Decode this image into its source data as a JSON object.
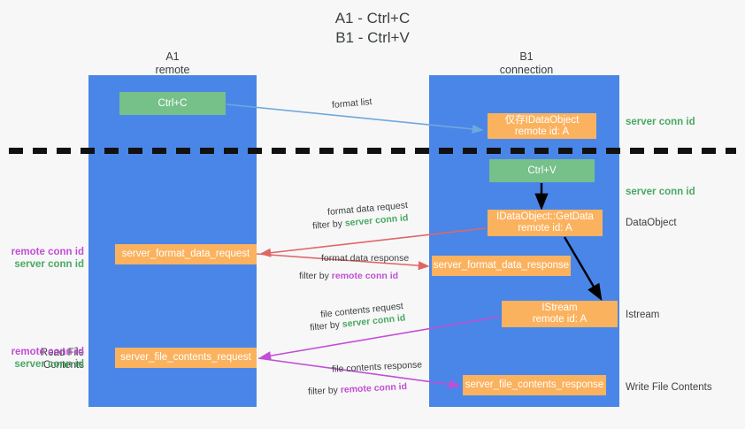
{
  "title": {
    "line1": "A1 - Ctrl+C",
    "line2": "B1 - Ctrl+V"
  },
  "lanes": [
    {
      "id": "a1",
      "name": "A1",
      "role": "remote",
      "color": "#4a86e8"
    },
    {
      "id": "b1",
      "name": "B1",
      "role": "connection",
      "color": "#4a86e8"
    }
  ],
  "colors": {
    "lane": "#4a86e8",
    "green_box": "#76c08a",
    "orange_box": "#fbb25f",
    "server_conn_id": "#4aa863",
    "remote_conn_id": "#c14fd4",
    "arrow_blue": "#6fa8dc",
    "arrow_red": "#e06666",
    "arrow_magenta": "#c14fd4",
    "arrow_black": "#000000",
    "background": "#f7f7f7"
  },
  "nodes": {
    "ctrl_c": {
      "label": "Ctrl+C",
      "kind": "green"
    },
    "ctrl_v": {
      "label": "Ctrl+V",
      "kind": "green"
    },
    "idataobject": {
      "line1": "仅存IDataObject",
      "line2": "remote id: A",
      "kind": "orange"
    },
    "getdata": {
      "line1": "IDataObject::GetData",
      "line2": "remote id: A",
      "kind": "orange"
    },
    "istream": {
      "line1": "IStream",
      "line2": "remote id: A",
      "kind": "orange"
    },
    "server_format_data_request": {
      "label": "server_format_data_request",
      "kind": "orange"
    },
    "server_format_data_response": {
      "label": "server_format_data_response",
      "kind": "orange"
    },
    "server_file_contents_request": {
      "label": "server_file_contents_request",
      "kind": "orange"
    },
    "server_file_contents_response": {
      "label": "server_file_contents_response",
      "kind": "orange"
    }
  },
  "side_labels": {
    "server_conn_id_top": "server conn id",
    "server_conn_id_mid": "server conn id",
    "dataobject": "DataObject",
    "istream": "Istream",
    "write_file_contents": "Write File Contents",
    "read_file_contents": "Read File Contents",
    "remote_conn_id": "remote conn id",
    "server_conn_id": "server conn id"
  },
  "edges": [
    {
      "id": "format_list",
      "label": "format list",
      "color": "#6fa8dc",
      "direction": "a1-to-b1"
    },
    {
      "id": "format_data_request",
      "label": "format data request",
      "filter_prefix": "filter by",
      "filter_value": "server conn id",
      "filter_color": "#4aa863",
      "color": "#e06666",
      "direction": "b1-to-a1"
    },
    {
      "id": "format_data_response",
      "label": "format data response",
      "filter_prefix": "filter by",
      "filter_value": "remote conn id",
      "filter_color": "#c14fd4",
      "color": "#e06666",
      "direction": "a1-to-b1"
    },
    {
      "id": "file_contents_request",
      "label": "file contents request",
      "filter_prefix": "filter by",
      "filter_value": "server conn id",
      "filter_color": "#4aa863",
      "color": "#c14fd4",
      "direction": "b1-to-a1"
    },
    {
      "id": "file_contents_response",
      "label": "file contents response",
      "filter_prefix": "filter by",
      "filter_value": "remote conn id",
      "filter_color": "#c14fd4",
      "color": "#c14fd4",
      "direction": "a1-to-b1"
    }
  ]
}
